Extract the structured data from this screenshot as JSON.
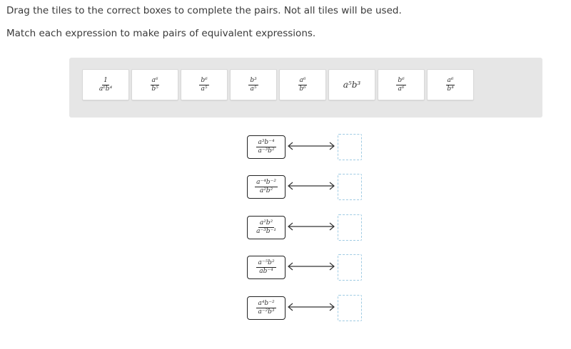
{
  "instructions": {
    "line1": "Drag the tiles to the correct boxes to complete the pairs. Not all tiles will be used.",
    "line2": "Match each expression to make pairs of equivalent expressions."
  },
  "tiles": [
    {
      "type": "frac",
      "num": "1",
      "den": "a⁶b⁴"
    },
    {
      "type": "frac",
      "num": "a⁶",
      "den": "b⁵"
    },
    {
      "type": "frac",
      "num": "b⁶",
      "den": "a⁵"
    },
    {
      "type": "frac",
      "num": "b³",
      "den": "a⁵"
    },
    {
      "type": "frac",
      "num": "a⁶",
      "den": "b⁶"
    },
    {
      "type": "inline",
      "text": "a⁵b³"
    },
    {
      "type": "frac",
      "num": "b⁶",
      "den": "a⁶"
    },
    {
      "type": "frac",
      "num": "a⁶",
      "den": "b⁴"
    }
  ],
  "pairs": [
    {
      "num": "a³b⁻⁴",
      "den": "a⁻³b²"
    },
    {
      "num": "a⁻⁴b⁻²",
      "den": "a²b²"
    },
    {
      "num": "a²b²",
      "den": "a⁻³b⁻¹"
    },
    {
      "num": "a⁻⁵b²",
      "den": "ab⁻⁴"
    },
    {
      "num": "a⁴b⁻²",
      "den": "a⁻²b³"
    }
  ],
  "colors": {
    "tray": "#e6e6e6",
    "drop_border": "#9fcbe3"
  }
}
